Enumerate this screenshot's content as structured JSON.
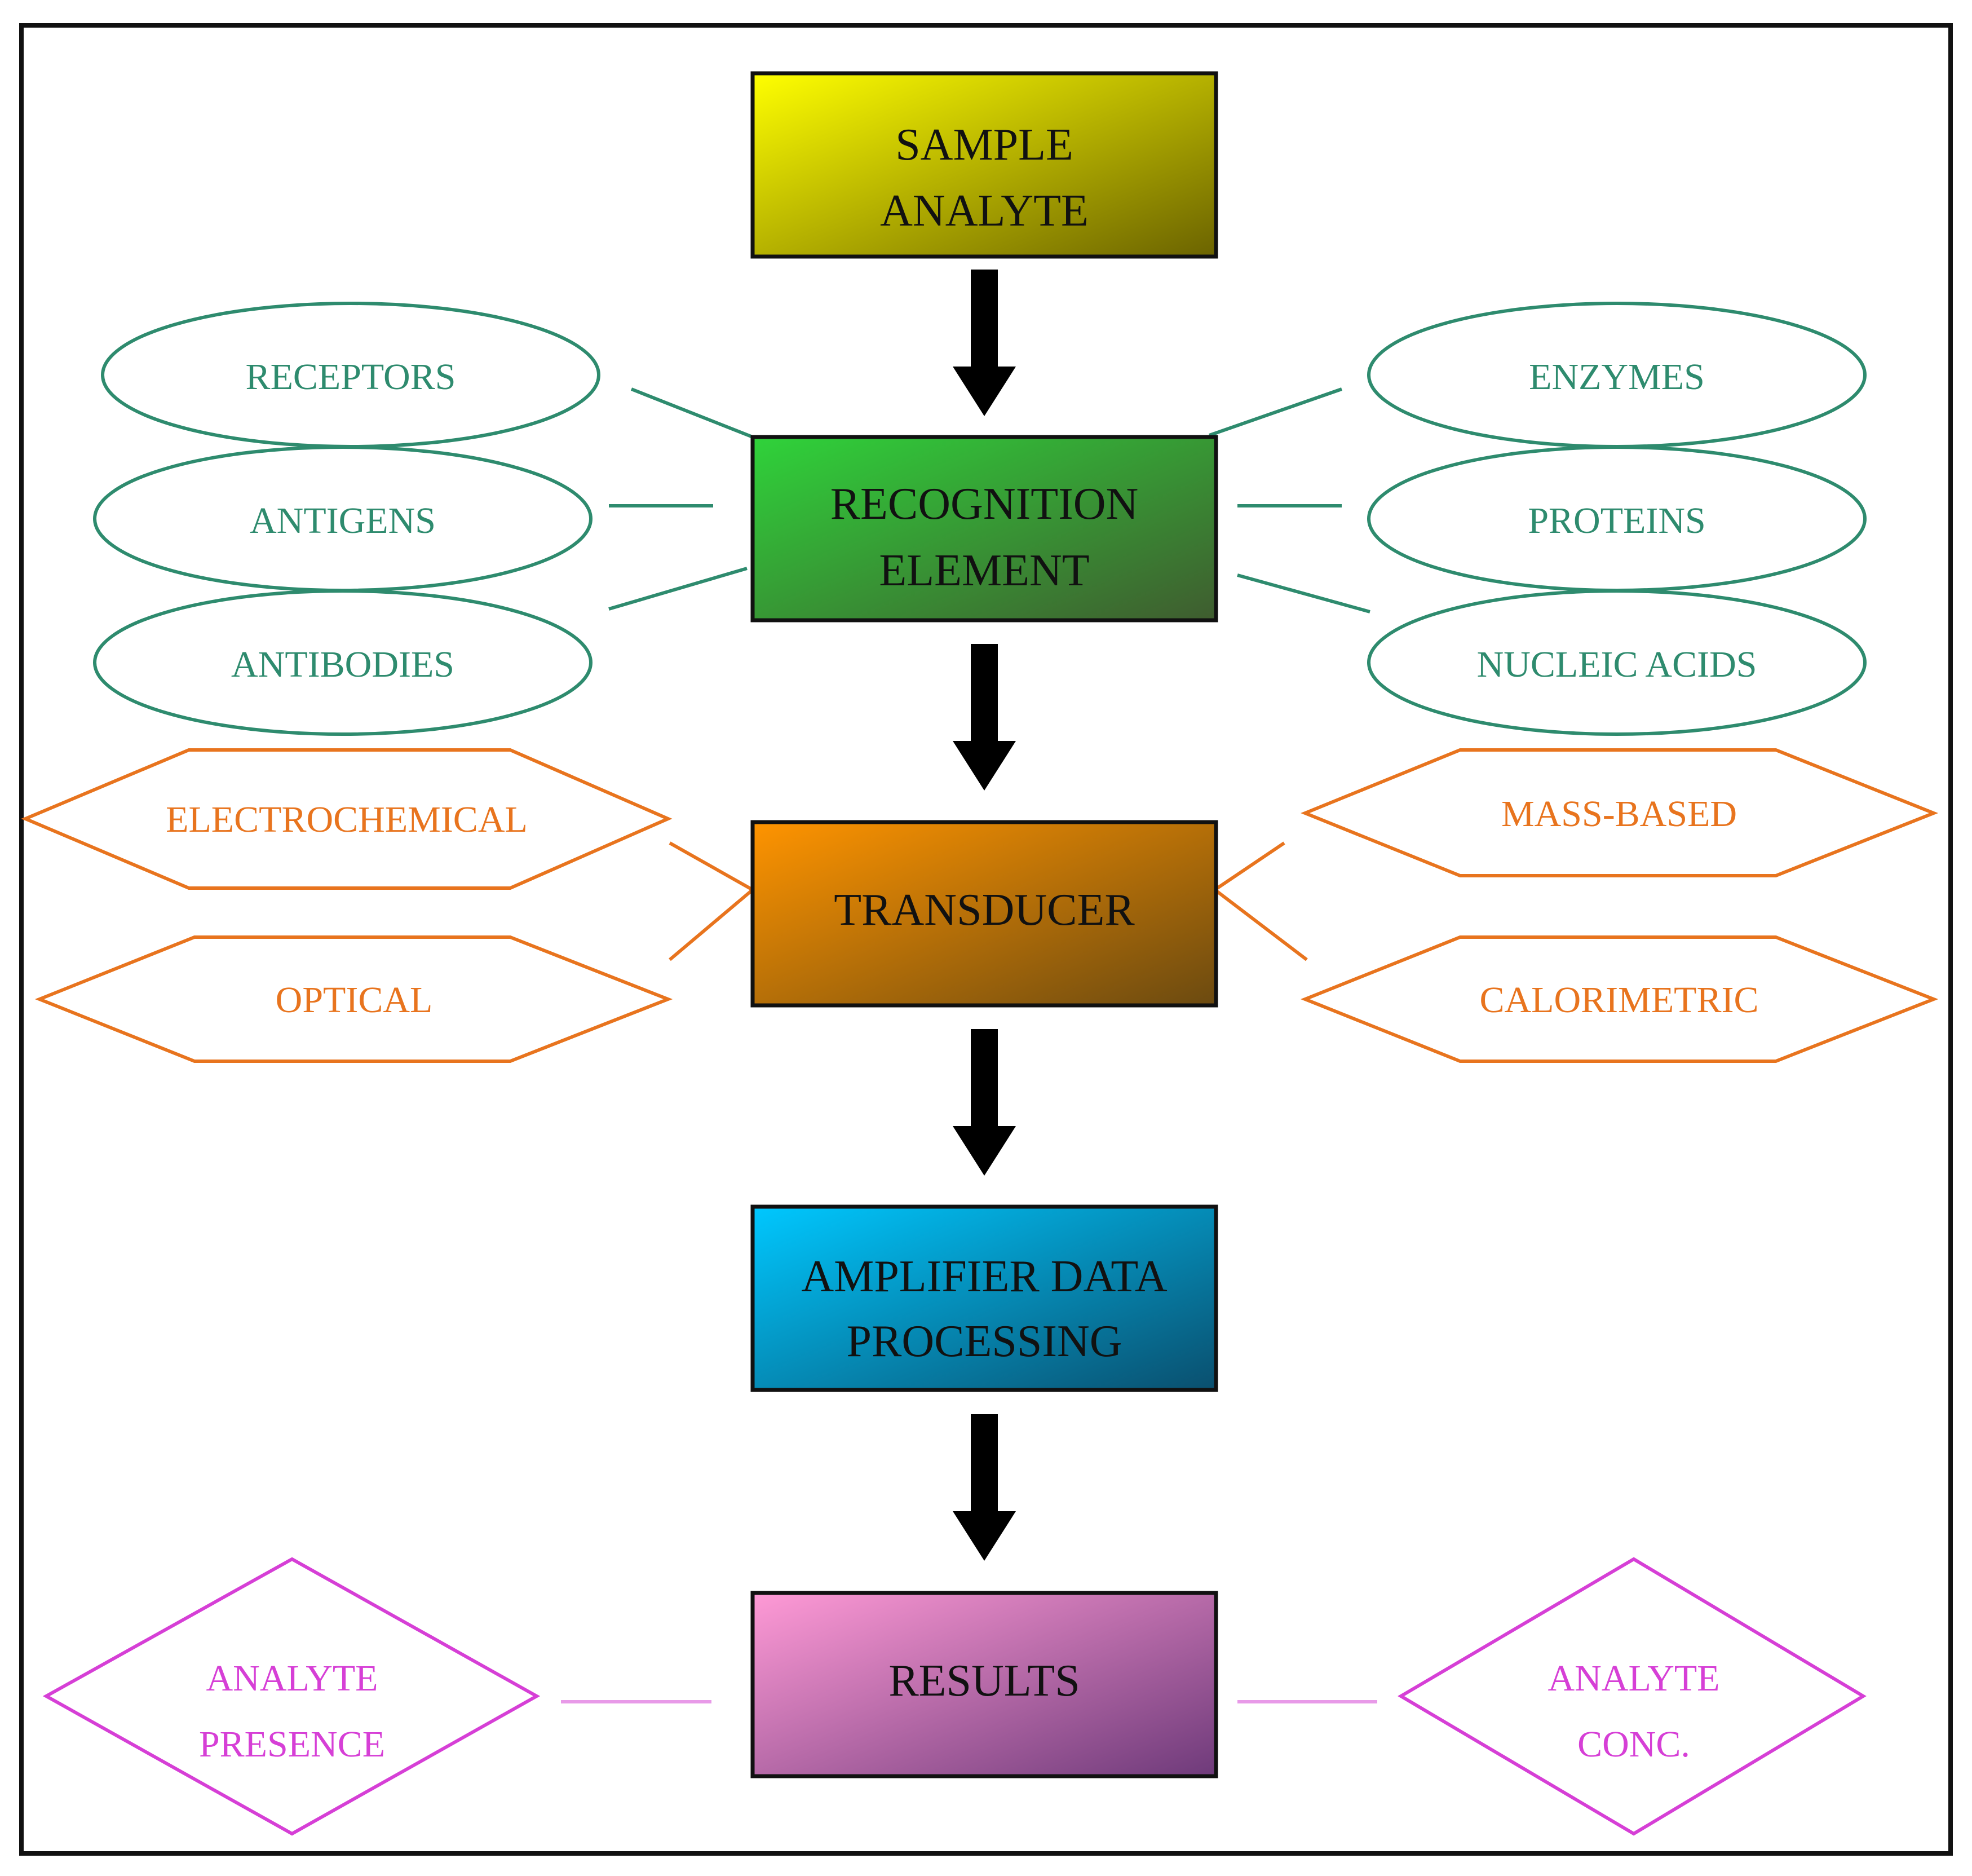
{
  "boxes": {
    "sample": [
      "SAMPLE",
      "ANALYTE"
    ],
    "recognition": [
      "RECOGNITION",
      "ELEMENT"
    ],
    "transducer": [
      "TRANSDUCER"
    ],
    "amplifier": [
      "AMPLIFIER DATA",
      "PROCESSING"
    ],
    "results": [
      "RESULTS"
    ]
  },
  "recognition_elements": {
    "left": [
      "RECEPTORS",
      "ANTIGENS",
      "ANTIBODIES"
    ],
    "right": [
      "ENZYMES",
      "PROTEINS",
      "NUCLEIC ACIDS"
    ]
  },
  "transducer_types": {
    "left": [
      "ELECTROCHEMICAL",
      "OPTICAL"
    ],
    "right": [
      "MASS-BASED",
      "CALORIMETRIC"
    ]
  },
  "results_types": {
    "left": [
      "ANALYTE",
      "PRESENCE"
    ],
    "right": [
      "ANALYTE",
      "CONC."
    ]
  },
  "colors": {
    "green": "#2e8b6e",
    "orange": "#e8741e",
    "magenta": "#d63fd6"
  }
}
